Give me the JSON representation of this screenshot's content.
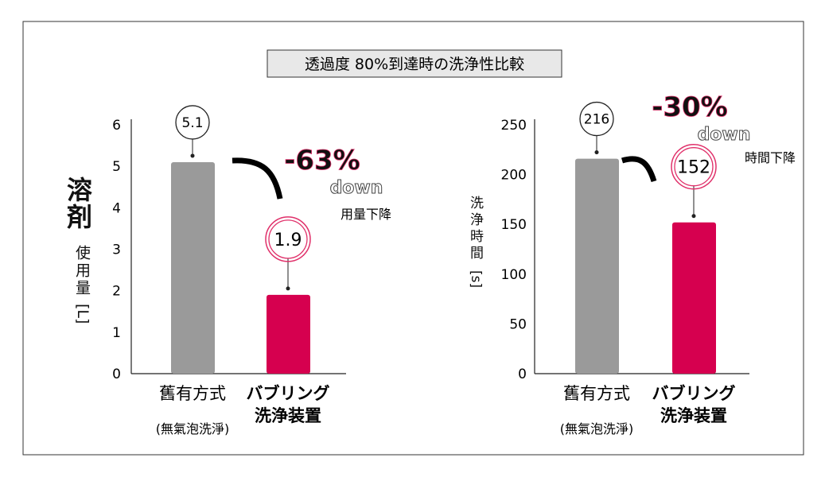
{
  "title": "透過度 80%到達時の洗浄性比較",
  "colors": {
    "old": "#9a9a9a",
    "new": "#d6004f",
    "accent": "#e0306a"
  },
  "chart_data": [
    {
      "type": "bar",
      "ylabel_main": "溶剤",
      "ylabel_sub": "使用量",
      "ylabel_unit": "[L]",
      "ylim": [
        0,
        6
      ],
      "yticks": [
        "0",
        "1",
        "2",
        "3",
        "4",
        "5",
        "6"
      ],
      "categories": [
        {
          "line1": "舊有方式",
          "line2": "(無氣泡洗淨)"
        },
        {
          "line1": "バブリング",
          "line2": "洗浄装置"
        }
      ],
      "values": [
        5.1,
        1.9
      ],
      "value_labels": [
        "5.1",
        "1.9"
      ],
      "annotation": {
        "percent": "-63%",
        "down": "down",
        "text": "用量下降"
      }
    },
    {
      "type": "bar",
      "ylabel_main": "洗浄時間",
      "ylabel_unit": "[s]",
      "ylim": [
        0,
        250
      ],
      "yticks": [
        "0",
        "50",
        "100",
        "150",
        "200",
        "250"
      ],
      "categories": [
        {
          "line1": "舊有方式",
          "line2": "(無氣泡洗淨)"
        },
        {
          "line1": "バブリング",
          "line2": "洗浄装置"
        }
      ],
      "values": [
        216,
        152
      ],
      "value_labels": [
        "216",
        "152"
      ],
      "annotation": {
        "percent": "-30%",
        "down": "down",
        "text": "時間下降"
      }
    }
  ]
}
